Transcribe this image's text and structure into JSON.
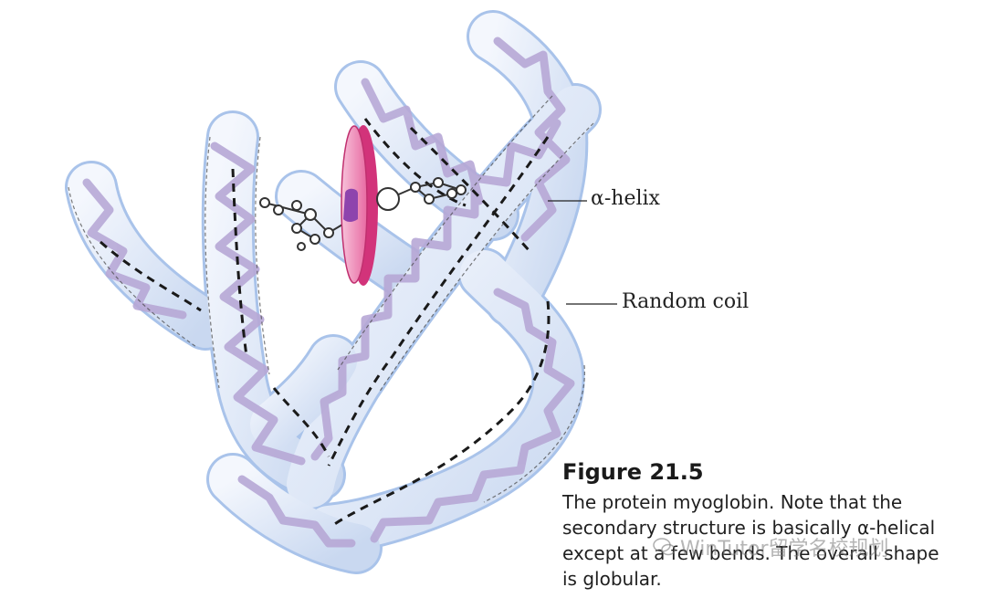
{
  "labels": {
    "helix": "α-helix",
    "coil": "Random coil"
  },
  "caption": {
    "title": "Figure 21.5",
    "line1": "The protein myoglobin. Note that the",
    "line2": "secondary structure is basically α-helical",
    "line3": "except at a few bends. The overall shape",
    "line4": "is globular."
  },
  "watermark": {
    "text": "WinTutor留学名校规划",
    "icon": "wechat-bubble-icon"
  },
  "colors": {
    "tube_fill": "#e8eef9",
    "tube_edge": "#9fbde6",
    "ribbon": "#b7a8d6",
    "heme_pink": "#f4a9c9",
    "heme_edge": "#d2337a",
    "iron_purple": "#8e44ad"
  }
}
